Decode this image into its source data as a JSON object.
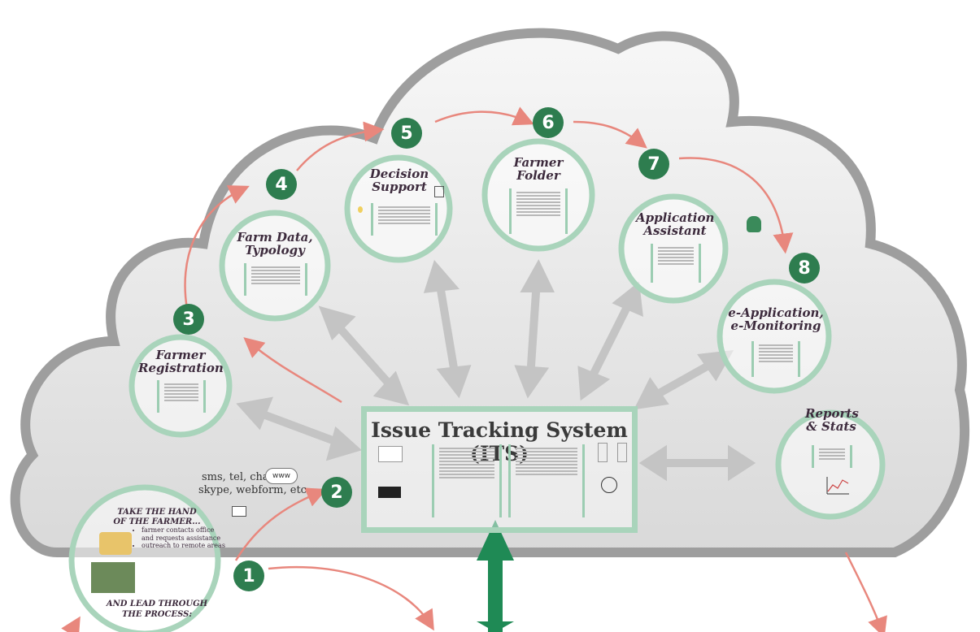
{
  "colors": {
    "cloud_outline": "#9e9e9e",
    "ring": "#a9d4bb",
    "badge": "#2e7d4f",
    "arrow_red": "#e8877d",
    "arrow_grey": "#c4c4c4",
    "arrow_green": "#1f8a55"
  },
  "nodes": {
    "farmer_registration": {
      "title": "Farmer Registration",
      "badge": "3"
    },
    "farm_data": {
      "title": "Farm Data, Typology",
      "badge": "4"
    },
    "decision_support": {
      "title": "Decision Support",
      "badge": "5"
    },
    "farmer_folder": {
      "title": "Farmer Folder",
      "badge": "6"
    },
    "application_assistant": {
      "title": "Application Assistant",
      "badge": "7"
    },
    "e_application": {
      "title": "e-Application, e-Monitoring",
      "badge": "8"
    },
    "reports": {
      "title": "Reports & Stats"
    }
  },
  "its": {
    "title": "Issue Tracking System (ITS)"
  },
  "channels": {
    "line1": "sms, tel, chat,",
    "line2": "skype, webform, etc",
    "www": "www",
    "badge": "2"
  },
  "farmer": {
    "heading1": "TAKE THE HAND",
    "heading2": "OF THE FARMER...",
    "bullets": [
      "farmer contacts office and requests assistance",
      "outreach to remote areas"
    ],
    "footer1": "AND LEAD THROUGH",
    "footer2": "THE PROCESS:",
    "badge": "1"
  }
}
